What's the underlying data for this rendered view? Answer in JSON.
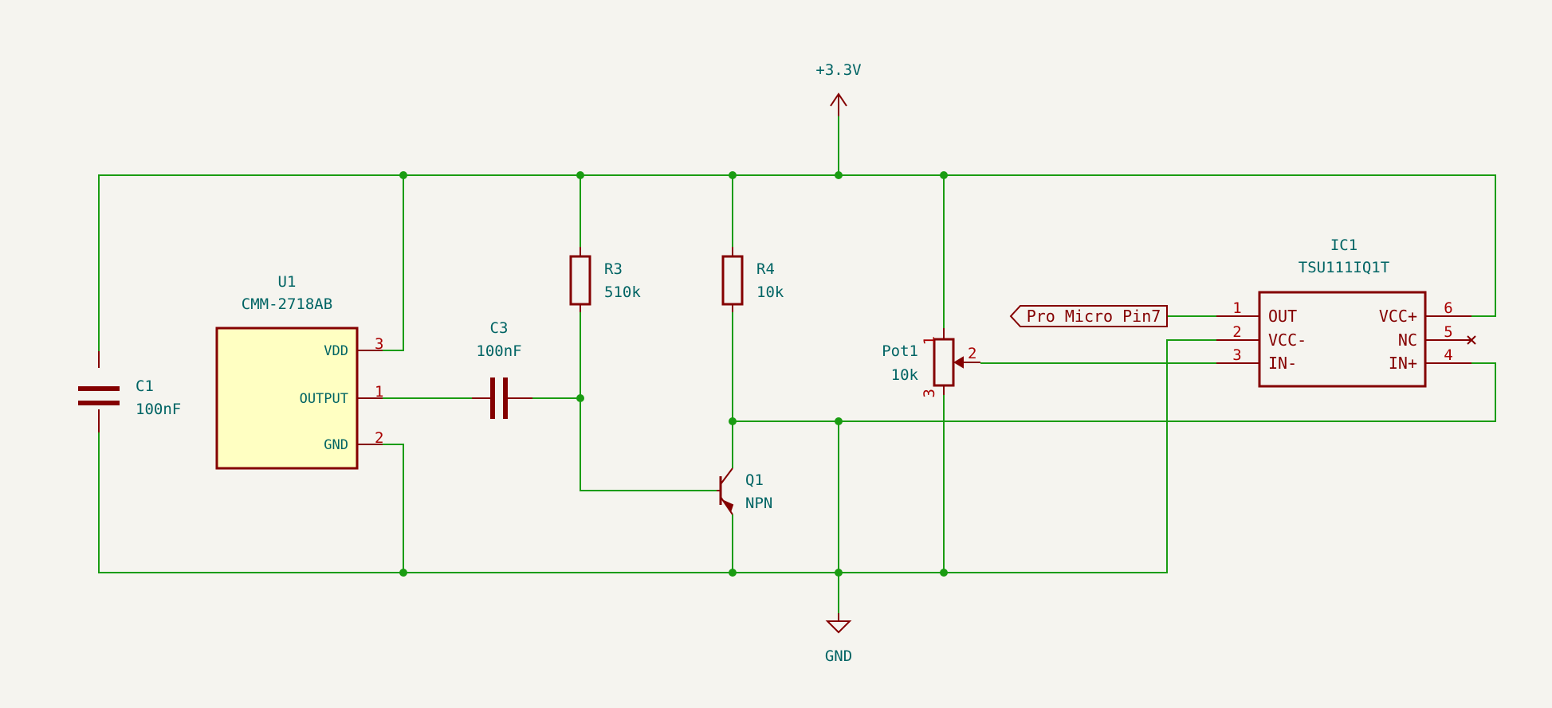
{
  "power": {
    "vcc_label": "+3.3V",
    "gnd_label": "GND"
  },
  "u1": {
    "ref": "U1",
    "value": "CMM-2718AB",
    "pins": [
      {
        "name": "VDD",
        "num": "3"
      },
      {
        "name": "OUTPUT",
        "num": "1"
      },
      {
        "name": "GND",
        "num": "2"
      }
    ]
  },
  "c1": {
    "ref": "C1",
    "value": "100nF"
  },
  "c3": {
    "ref": "C3",
    "value": "100nF"
  },
  "r3": {
    "ref": "R3",
    "value": "510k"
  },
  "r4": {
    "ref": "R4",
    "value": "10k"
  },
  "q1": {
    "ref": "Q1",
    "value": "NPN"
  },
  "pot1": {
    "ref": "Pot1",
    "value": "10k",
    "pins": [
      "1",
      "2",
      "3"
    ]
  },
  "ic1": {
    "ref": "IC1",
    "value": "TSU111IQ1T",
    "left_pins": [
      {
        "num": "1",
        "name": "OUT"
      },
      {
        "num": "2",
        "name": "VCC-"
      },
      {
        "num": "3",
        "name": "IN-"
      }
    ],
    "right_pins": [
      {
        "num": "6",
        "name": "VCC+"
      },
      {
        "num": "5",
        "name": "NC"
      },
      {
        "num": "4",
        "name": "IN+"
      }
    ]
  },
  "net_label": "Pro Micro Pin7"
}
